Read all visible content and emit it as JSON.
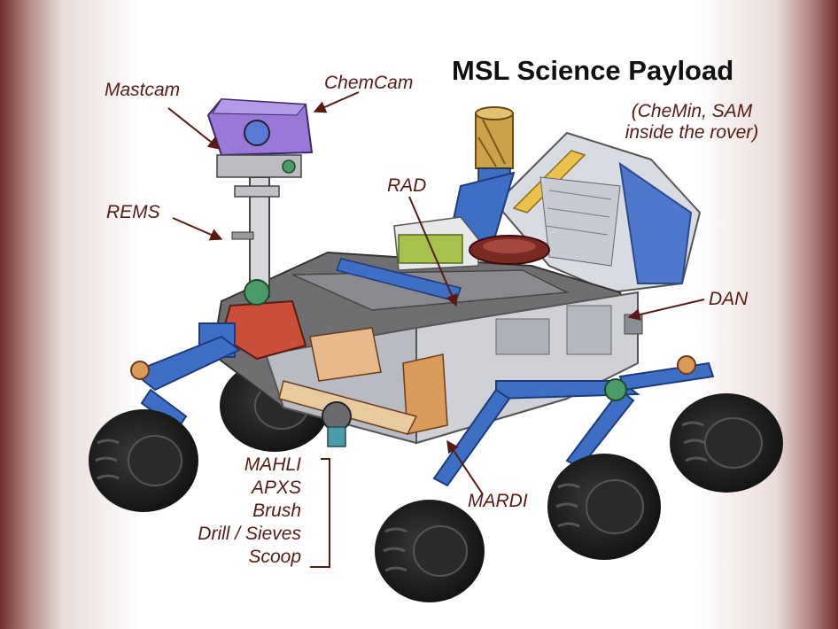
{
  "title": "MSL Science Payload",
  "note": {
    "line1": "(CheMin, SAM",
    "line2": "inside the rover)"
  },
  "labels": {
    "mastcam": "Mastcam",
    "chemcam": "ChemCam",
    "rad": "RAD",
    "rems": "REMS",
    "dan": "DAN",
    "mardi": "MARDI"
  },
  "arm_instruments": [
    "MAHLI",
    "APXS",
    "Brush",
    "Drill / Sieves",
    "Scoop"
  ],
  "colors": {
    "label_text": "#5a1a14",
    "title_text": "#111111",
    "border_maroon": "#6f2f2a",
    "rover_blue": "#3d6fc4",
    "mast_purple": "#9a78d8",
    "tire_black": "#1b1b1b",
    "deck_gray": "#6f6f72",
    "rtg_gold": "#c9a24a"
  }
}
